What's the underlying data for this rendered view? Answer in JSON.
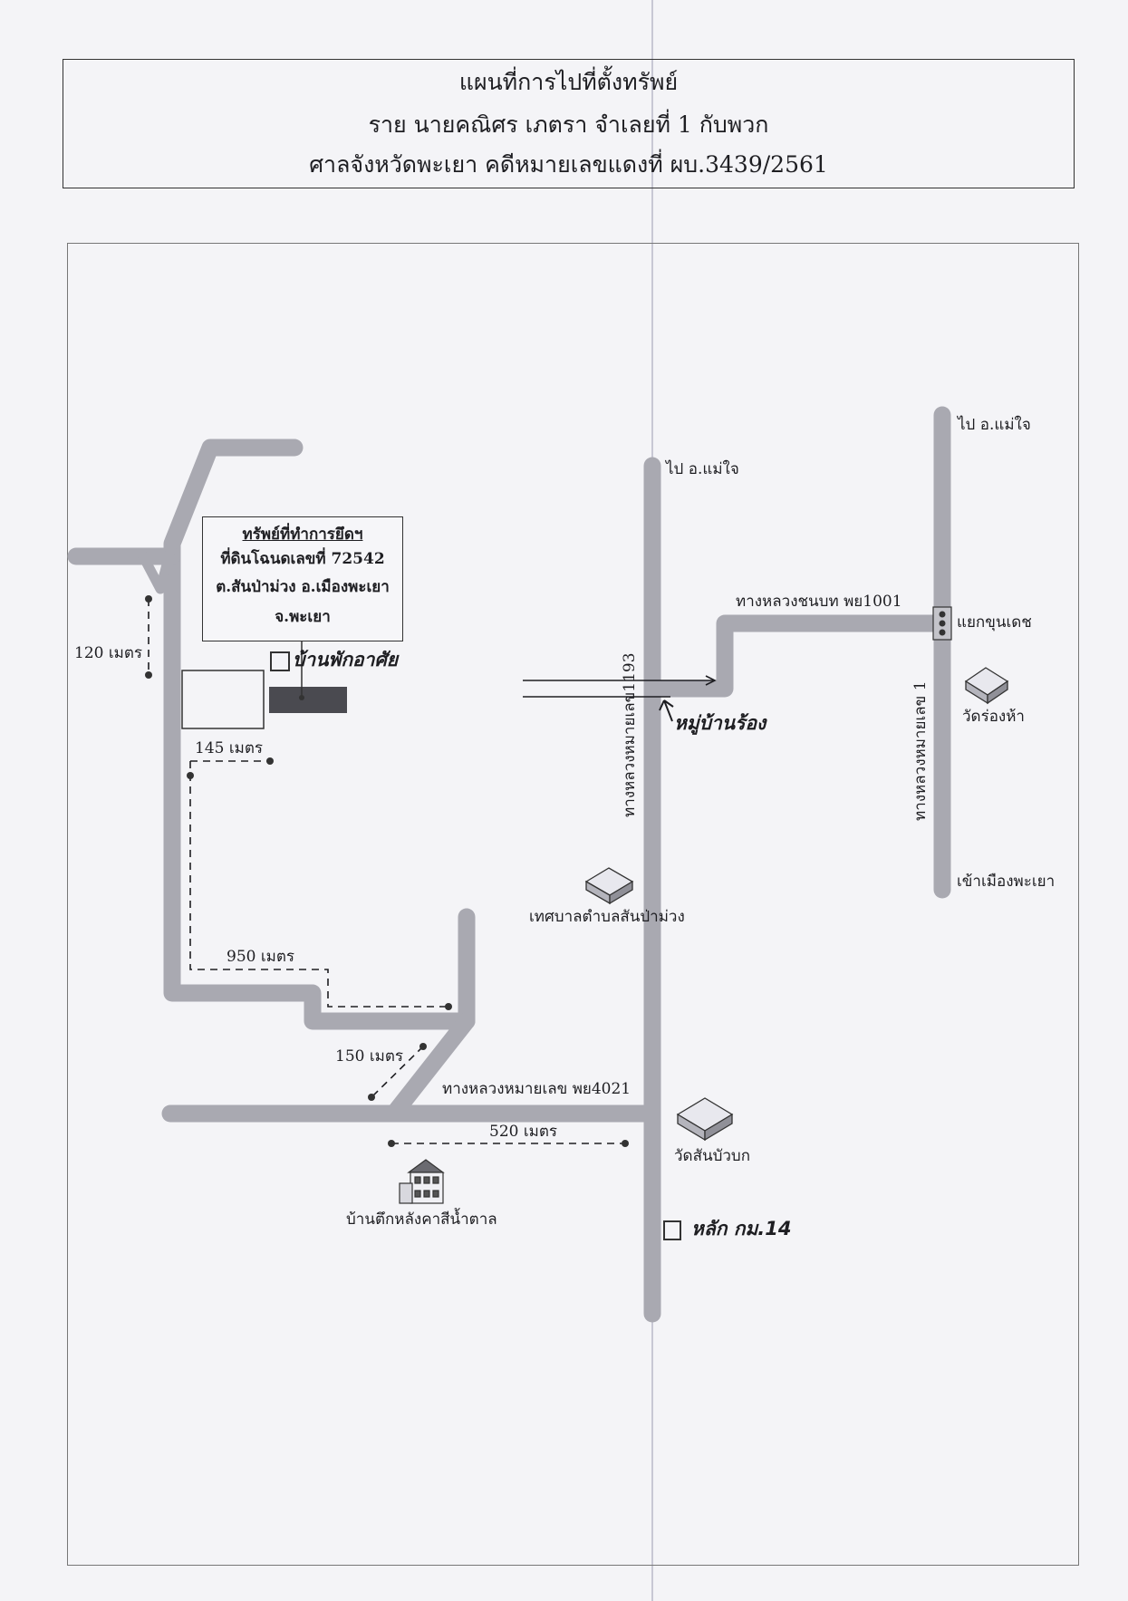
{
  "header": {
    "title": "แผนที่การไปที่ตั้งทรัพย์",
    "owner": "ราย นายคณิศร เภตรา จำเลยที่ 1 กับพวก",
    "court": "ศาลจังหวัดพะเยา คดีหมายเลขแดงที่ ผบ.3439/2561"
  },
  "property_box": {
    "title": "ทรัพย์ที่ทำการยึดฯ",
    "deed": "ที่ดินโฉนดเลขที่ 72542",
    "location": "ต.สันป่าม่วง อ.เมืองพะเยา",
    "province": "จ.พะเยา"
  },
  "roads": {
    "hwy_1193": "ทางหลวงหมายเลข1193",
    "hwy_1": "ทางหลวงหมายเลข 1",
    "rural_1001": "ทางหลวงชนบท พย1001",
    "hwy_4021": "ทางหลวงหมายเลข พย4021"
  },
  "places": {
    "to_maechai_a": "ไป อ.แม่ใจ",
    "to_maechai_b": "ไป อ.แม่ใจ",
    "junction": "แยกขุนเดช",
    "wat_rong_ha": "วัดร่องห้า",
    "to_phayao": "เข้าเมืองพะเยา",
    "municipality": "เทศบาลตำบลสันป่าม่วง",
    "wat_san_bua_bok": "วัดสันบัวบก",
    "brown_roof_house": "บ้านตึกหลังคาสีน้ำตาล",
    "village_mark": "หมู่บ้านร้อง",
    "km_marker": "หลัก กม.14",
    "neighbor_house": "บ้านพักอาศัย"
  },
  "distances": {
    "d120": "120 เมตร",
    "d145": "145 เมตร",
    "d950": "950 เมตร",
    "d150": "150 เมตร",
    "d520": "520 เมตร"
  },
  "colors": {
    "road": "#a9a9b1",
    "ink": "#1e1e22",
    "building": "#4a4a50"
  }
}
